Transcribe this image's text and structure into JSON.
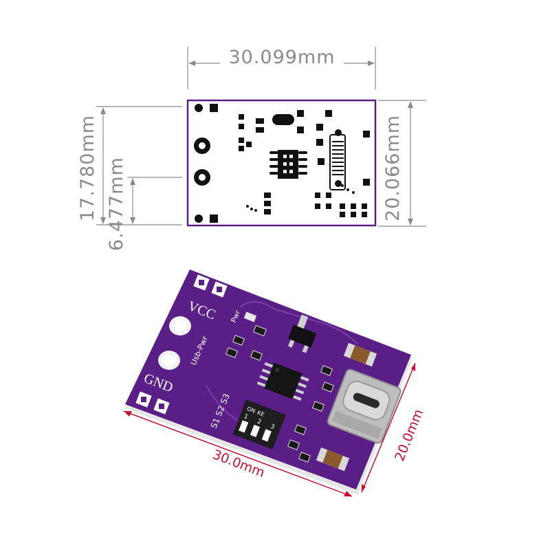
{
  "top_view": {
    "width_label": "30.099mm",
    "height_label_outer": "17.780mm",
    "height_label_inner": "6.477mm",
    "height_label_right": "20.066mm"
  },
  "photo_view": {
    "width_label": "30.0mm",
    "height_label": "20.0mm",
    "silkscreen": {
      "vcc": "VCC",
      "gnd": "GND",
      "usb_pwr": "Usb-Pwr",
      "pwr": "Pwr",
      "switch_labels": "S1 S2 S3",
      "switch_on": "ON",
      "switch_ke": "KE",
      "switch_nums": "1 2 3"
    }
  },
  "colors": {
    "board": "#5a1f86",
    "board_dark": "#3f1262",
    "dimension_red": "#c8102e",
    "dimension_gray": "#8a8a8a",
    "footprint_outline": "#5a1f86"
  }
}
